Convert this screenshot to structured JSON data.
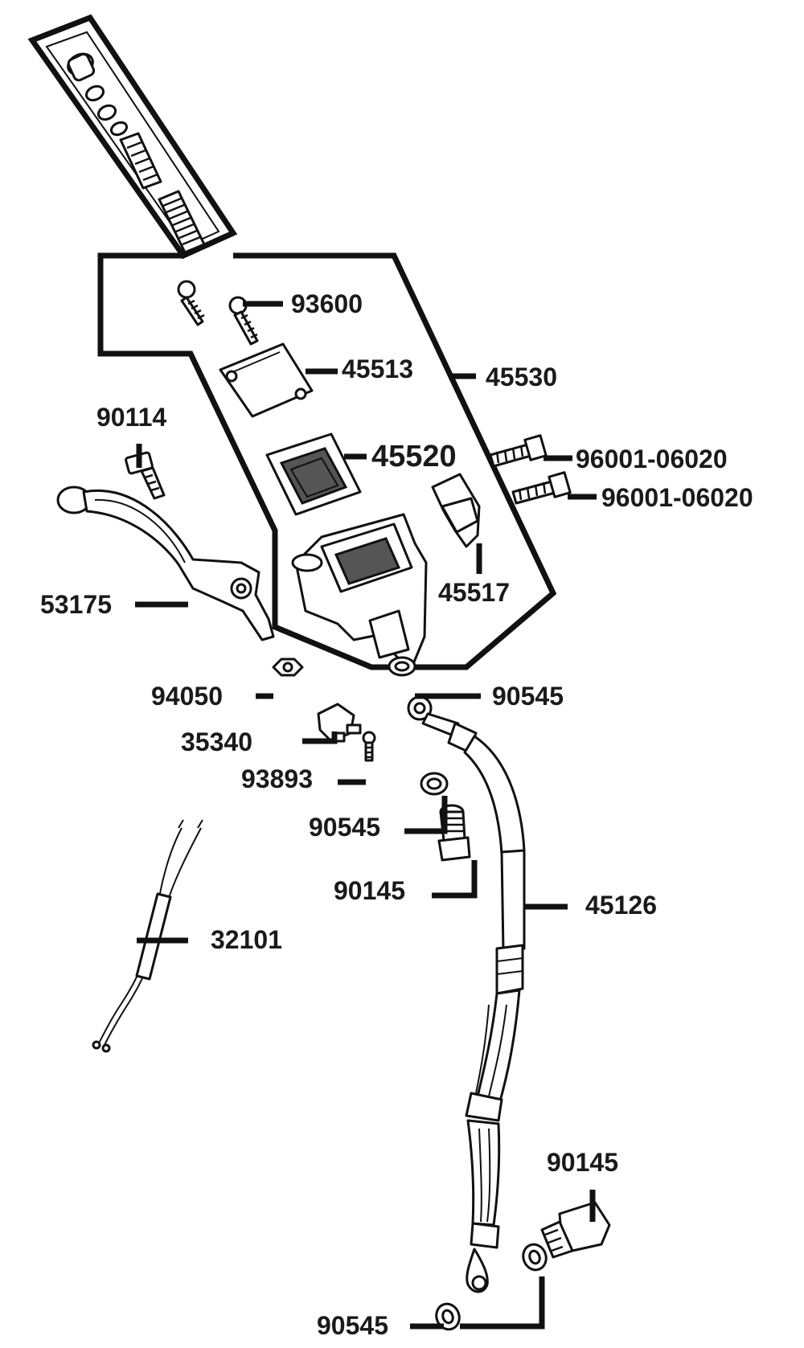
{
  "diagram": {
    "labels": {
      "p93600": "93600",
      "p45513": "45513",
      "p45530": "45530",
      "p45520": "45520",
      "p90114": "90114",
      "p96001a": "96001-06020",
      "p96001b": "96001-06020",
      "p45517": "45517",
      "p53175": "53175",
      "p94050": "94050",
      "p90545a": "90545",
      "p35340": "35340",
      "p93893": "93893",
      "p90545b": "90545",
      "p90145a": "90145",
      "p45126": "45126",
      "p32101": "32101",
      "p90145b": "90145",
      "p90545c": "90545"
    }
  }
}
